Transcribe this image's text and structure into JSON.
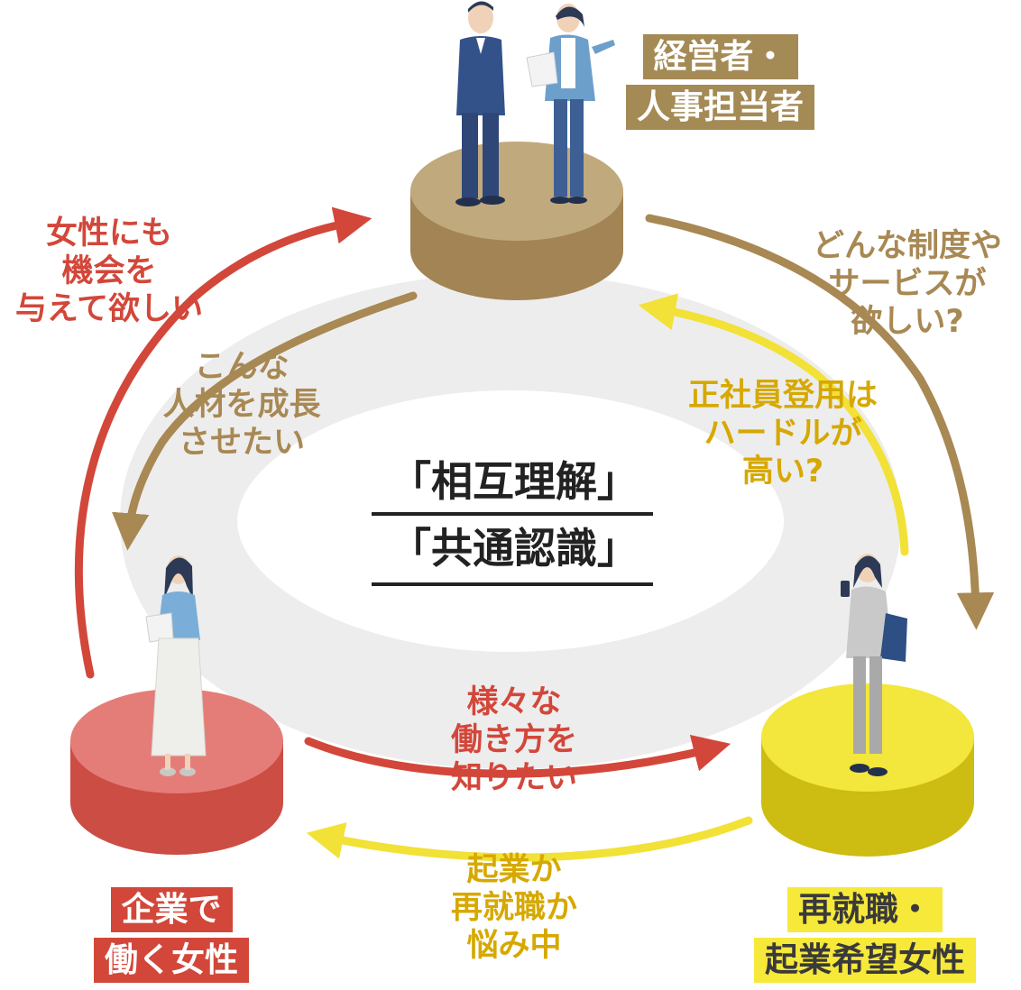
{
  "center": {
    "line1": "「相互理解」",
    "line2": "「共通認識」"
  },
  "nodes": {
    "top": {
      "tag_line1": "経営者・",
      "tag_line2": "人事担当者",
      "color": "#a48a55"
    },
    "left": {
      "tag_line1": "企業で",
      "tag_line2": "働く女性",
      "color": "#d2473a"
    },
    "right": {
      "tag_line1": "再就職・",
      "tag_line2": "起業希望女性",
      "color": "#f6e93a"
    }
  },
  "arrows": {
    "left_outer": {
      "lines": [
        "女性にも",
        "機会を",
        "与えて欲しい"
      ],
      "color": "#d2473a"
    },
    "left_inner": {
      "lines": [
        "こんな",
        "人材を成長",
        "させたい"
      ],
      "color": "#a88853"
    },
    "right_outer": {
      "lines": [
        "どんな制度や",
        "サービスが",
        "欲しい?"
      ],
      "color": "#a88853"
    },
    "right_inner": {
      "lines": [
        "正社員登用は",
        "ハードルが",
        "高い?"
      ],
      "color": "#d6a800"
    },
    "bottom_inner": {
      "lines": [
        "様々な",
        "働き方を",
        "知りたい"
      ],
      "color": "#d2473a"
    },
    "bottom_outer": {
      "lines": [
        "起業か",
        "再就職か",
        "悩み中"
      ],
      "color": "#d6a800"
    }
  }
}
